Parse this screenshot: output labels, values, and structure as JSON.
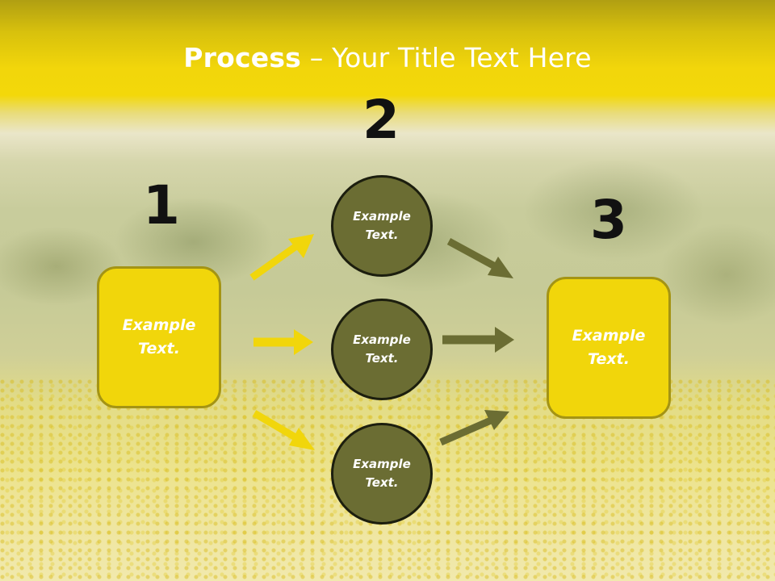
{
  "slide": {
    "title_bold": "Process",
    "title_rest": " – Your Title Text Here"
  },
  "steps": [
    {
      "number": "1",
      "text": "Example\nText."
    },
    {
      "number": "2"
    },
    {
      "number": "3",
      "text": "Example\nText."
    }
  ],
  "circles": [
    {
      "text": "Example\nText."
    },
    {
      "text": "Example\nText."
    },
    {
      "text": "Example\nText."
    }
  ],
  "colors": {
    "box_fill": "#f1d60b",
    "box_border": "#a49414",
    "circle_fill": "#6b6d33",
    "circle_border": "#1c1e0e",
    "arrow_yellow": "#f1d60b",
    "arrow_olive": "#6b6d33",
    "title_text": "#ffffff",
    "number_text": "#111111"
  }
}
